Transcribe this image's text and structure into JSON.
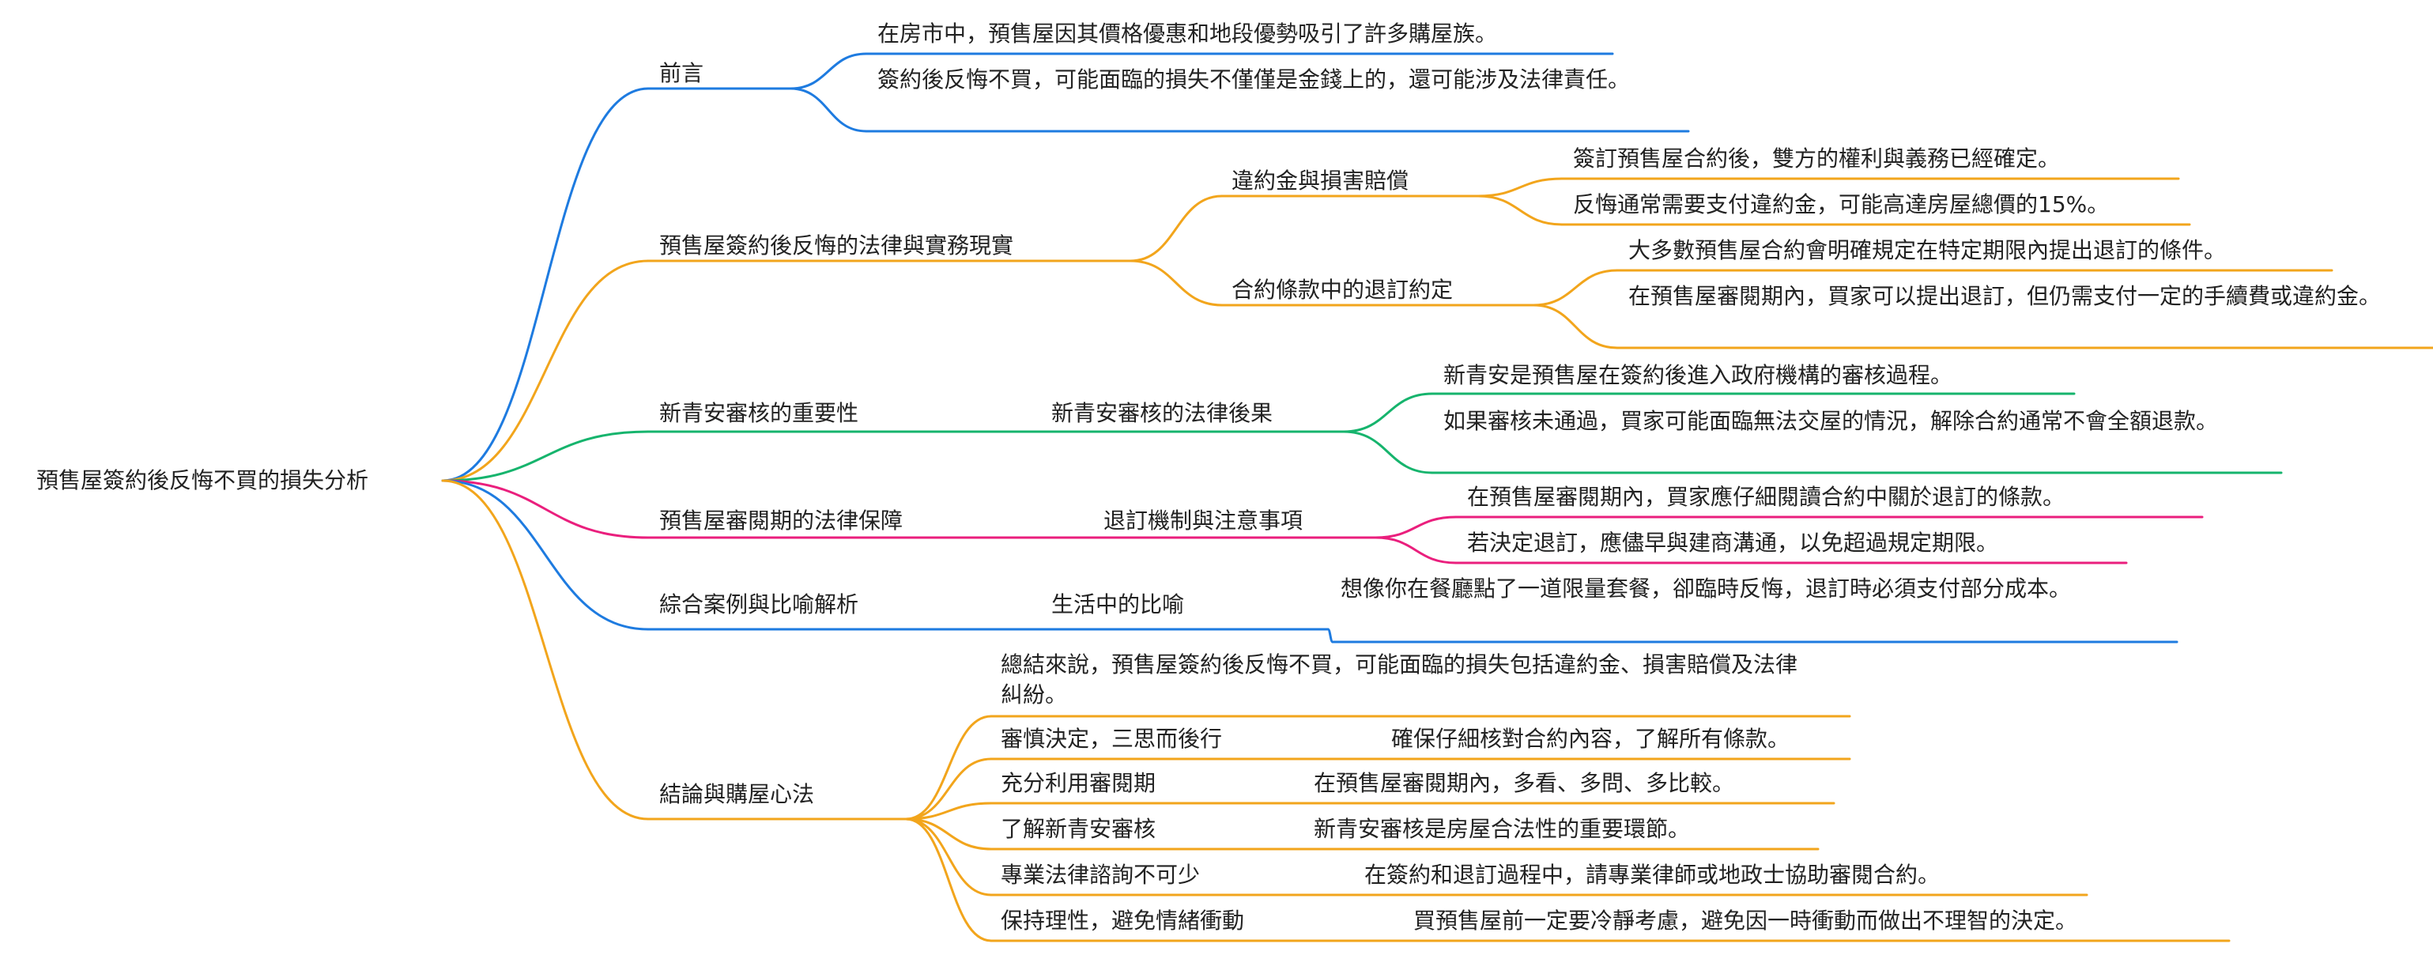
{
  "root": "預售屋簽約後反悔不買的損失分析",
  "colors": {
    "blue": "#1e7be0",
    "orange": "#f2a51c",
    "green": "#16b46d",
    "pink": "#ea1f7d"
  },
  "branches": [
    {
      "label": "前言",
      "color": "blue",
      "notes": [
        "在房市中，預售屋因其價格優惠和地段優勢吸引了許多購屋族。",
        "簽約後反悔不買，可能面臨的損失不僅僅是金錢上的，還可能涉及法律責任。"
      ]
    },
    {
      "label": "預售屋簽約後反悔的法律與實務現實",
      "color": "orange",
      "children": [
        {
          "label": "違約金與損害賠償",
          "notes": [
            "簽訂預售屋合約後，雙方的權利與義務已經確定。",
            "反悔通常需要支付違約金，可能高達房屋總價的15%。"
          ]
        },
        {
          "label": "合約條款中的退訂約定",
          "notes": [
            "大多數預售屋合約會明確規定在特定期限內提出退訂的條件。",
            "在預售屋審閱期內，買家可以提出退訂，但仍需支付一定的手續費或違約金。"
          ]
        }
      ]
    },
    {
      "label": "新青安審核的重要性",
      "color": "green",
      "children": [
        {
          "label": "新青安審核的法律後果",
          "notes": [
            "新青安是預售屋在簽約後進入政府機構的審核過程。",
            "如果審核未通過，買家可能面臨無法交屋的情況，解除合約通常不會全額退款。"
          ]
        }
      ]
    },
    {
      "label": "預售屋審閱期的法律保障",
      "color": "pink",
      "children": [
        {
          "label": "退訂機制與注意事項",
          "notes": [
            "在預售屋審閱期內，買家應仔細閱讀合約中關於退訂的條款。",
            "若決定退訂，應儘早與建商溝通，以免超過規定期限。"
          ]
        }
      ]
    },
    {
      "label": "綜合案例與比喻解析",
      "color": "blue",
      "children": [
        {
          "label": "生活中的比喻",
          "notes": [
            "想像你在餐廳點了一道限量套餐，卻臨時反悔，退訂時必須支付部分成本。"
          ]
        }
      ]
    },
    {
      "label": "結論與購屋心法",
      "color": "orange",
      "summary": "總結來說，預售屋簽約後反悔不買，可能面臨的損失包括違約金、損害賠償及法律糾紛。",
      "children": [
        {
          "label": "審慎決定，三思而後行",
          "notes": [
            "確保仔細核對合約內容，了解所有條款。"
          ]
        },
        {
          "label": "充分利用審閱期",
          "notes": [
            "在預售屋審閱期內，多看、多問、多比較。"
          ]
        },
        {
          "label": "了解新青安審核",
          "notes": [
            "新青安審核是房屋合法性的重要環節。"
          ]
        },
        {
          "label": "專業法律諮詢不可少",
          "notes": [
            "在簽約和退訂過程中，請專業律師或地政士協助審閱合約。"
          ]
        },
        {
          "label": "保持理性，避免情緒衝動",
          "notes": [
            "買預售屋前一定要冷靜考慮，避免因一時衝動而做出不理智的決定。"
          ]
        }
      ]
    }
  ]
}
